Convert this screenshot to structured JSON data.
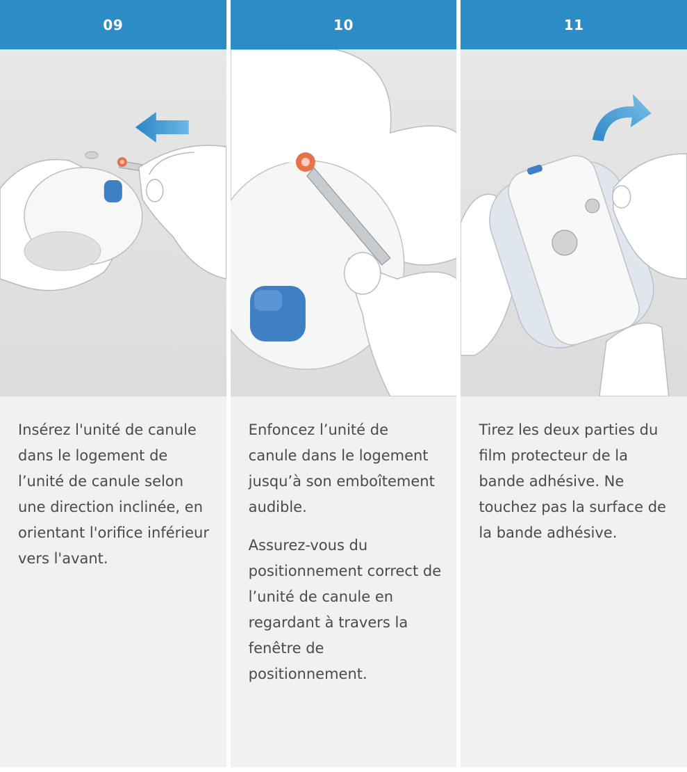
{
  "steps": [
    {
      "number": "09",
      "image_icon": "insert-cannula-illustration",
      "paragraphs": [
        "Insérez l'unité de canule dans le logement de l’unité de canule selon une direction inclinée, en orientant l'orifice inférieur vers l'avant."
      ]
    },
    {
      "number": "10",
      "image_icon": "press-cannula-illustration",
      "paragraphs": [
        "Enfoncez l’unité de canule dans le logement jusqu’à son emboîtement audible.",
        "Assurez-vous du positionnement correct de l’unité de canule en regardant à travers la fenêtre de positionnement."
      ]
    },
    {
      "number": "11",
      "image_icon": "peel-film-illustration",
      "paragraphs": [
        "Tirez les deux parties du film protecteur de la bande adhésive. Ne touchez pas la surface de la bande adhésive."
      ]
    }
  ],
  "colors": {
    "header_blue": "#2c8cc6",
    "text_gray": "#4a4a4a",
    "panel_bg": "#f1f1f1",
    "image_bg": "#e3e3e3",
    "accent_blue": "#3f7fc4",
    "accent_orange": "#e8734a"
  }
}
